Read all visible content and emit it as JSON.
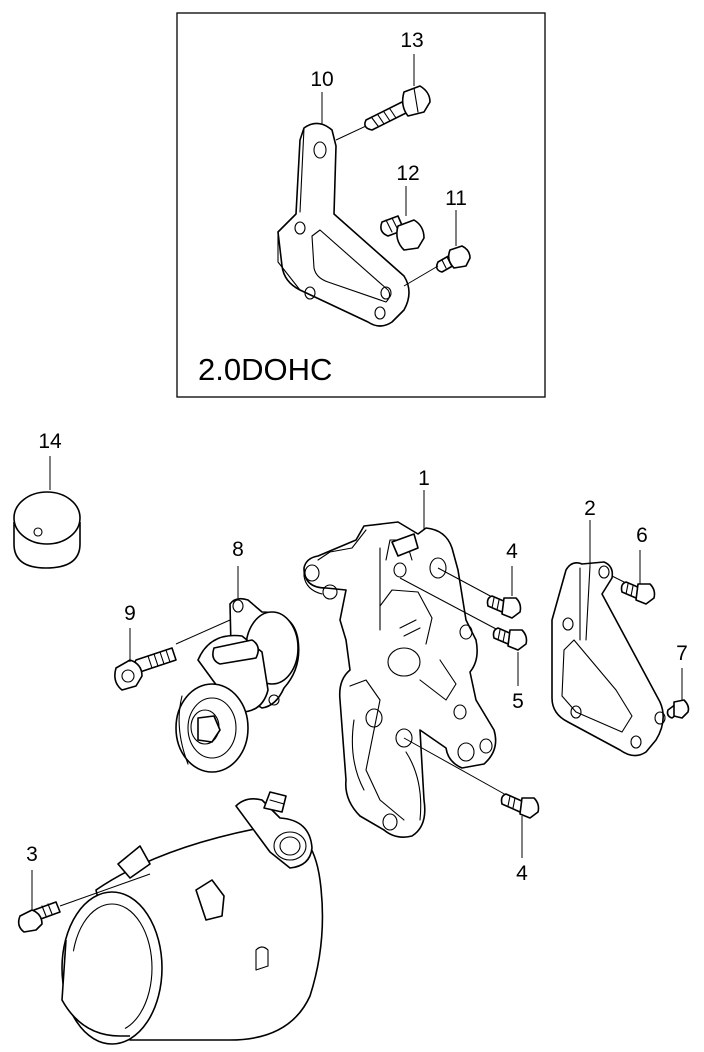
{
  "variant_label": "2.0DOHC",
  "callouts": {
    "c1": "1",
    "c2": "2",
    "c3": "3",
    "c4a": "4",
    "c4b": "4",
    "c5": "5",
    "c6": "6",
    "c7": "7",
    "c8": "8",
    "c9": "9",
    "c10": "10",
    "c11": "11",
    "c12": "12",
    "c13": "13",
    "c14": "14"
  }
}
